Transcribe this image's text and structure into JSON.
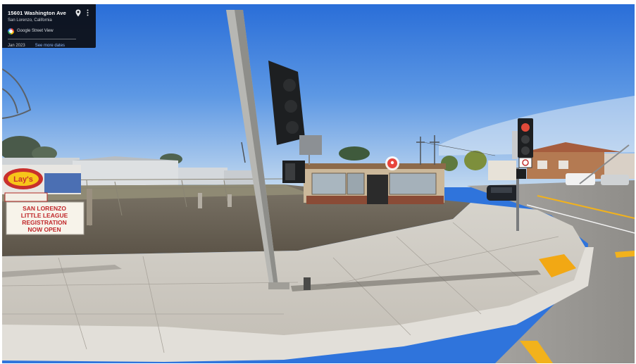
{
  "info_card": {
    "address": "15601 Washington Ave",
    "locality": "San Lorenzo, California",
    "brand": "Google Street View",
    "capture_date": "Jan 2023",
    "see_more": "See more dates"
  },
  "scene": {
    "sign_lays": "Lay's",
    "banner_lines": [
      "SAN LORENZO",
      "LITTLE LEAGUE",
      "REGISTRATION",
      "NOW OPEN"
    ],
    "bike_sign": " "
  },
  "colors": {
    "card_bg": "#0c0e14",
    "link": "#8ab4f8",
    "sky_top": "#2a6ed8",
    "sky_bottom": "#b9d4ee",
    "place_marker": "#e8453c",
    "lane_line": "#f2b21c"
  },
  "icons": {
    "location": "location-pin-icon",
    "more": "more-vert-icon",
    "brand": "google-logo-icon",
    "place": "place-marker-icon"
  }
}
